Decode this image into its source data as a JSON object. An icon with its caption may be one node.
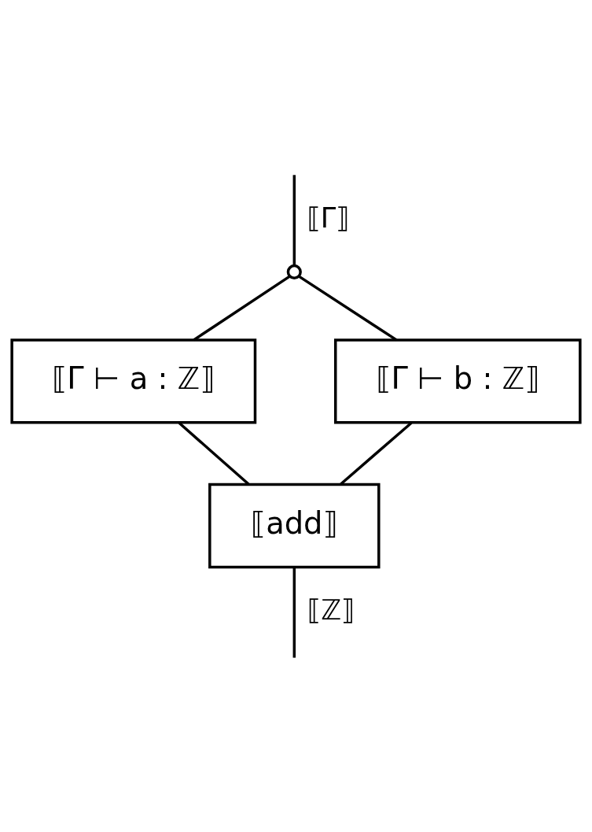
{
  "diagram": {
    "nodes": [
      {
        "text": [],
        "shape": "circle"
      },
      {
        "text": [
          "⟦Γ ⊢ a : ℤ⟧"
        ]
      },
      {
        "text": [
          "⟦Γ ⊢ b : ℤ⟧"
        ]
      },
      {
        "text": [
          "⟦add⟧"
        ]
      }
    ],
    "edges": [
      {
        "from": null,
        "to": 0,
        "arrow": "none",
        "label": "⟦Γ⟧"
      },
      {
        "from": 0,
        "to": 1,
        "arrow": "none"
      },
      {
        "from": 0,
        "to": 2,
        "arrow": "none"
      },
      {
        "from": 1,
        "to": 3,
        "arrow": "none"
      },
      {
        "from": 2,
        "to": 3,
        "arrow": "none"
      },
      {
        "from": 3,
        "to": null,
        "arrow": "none",
        "label": "⟦ℤ⟧"
      }
    ]
  }
}
